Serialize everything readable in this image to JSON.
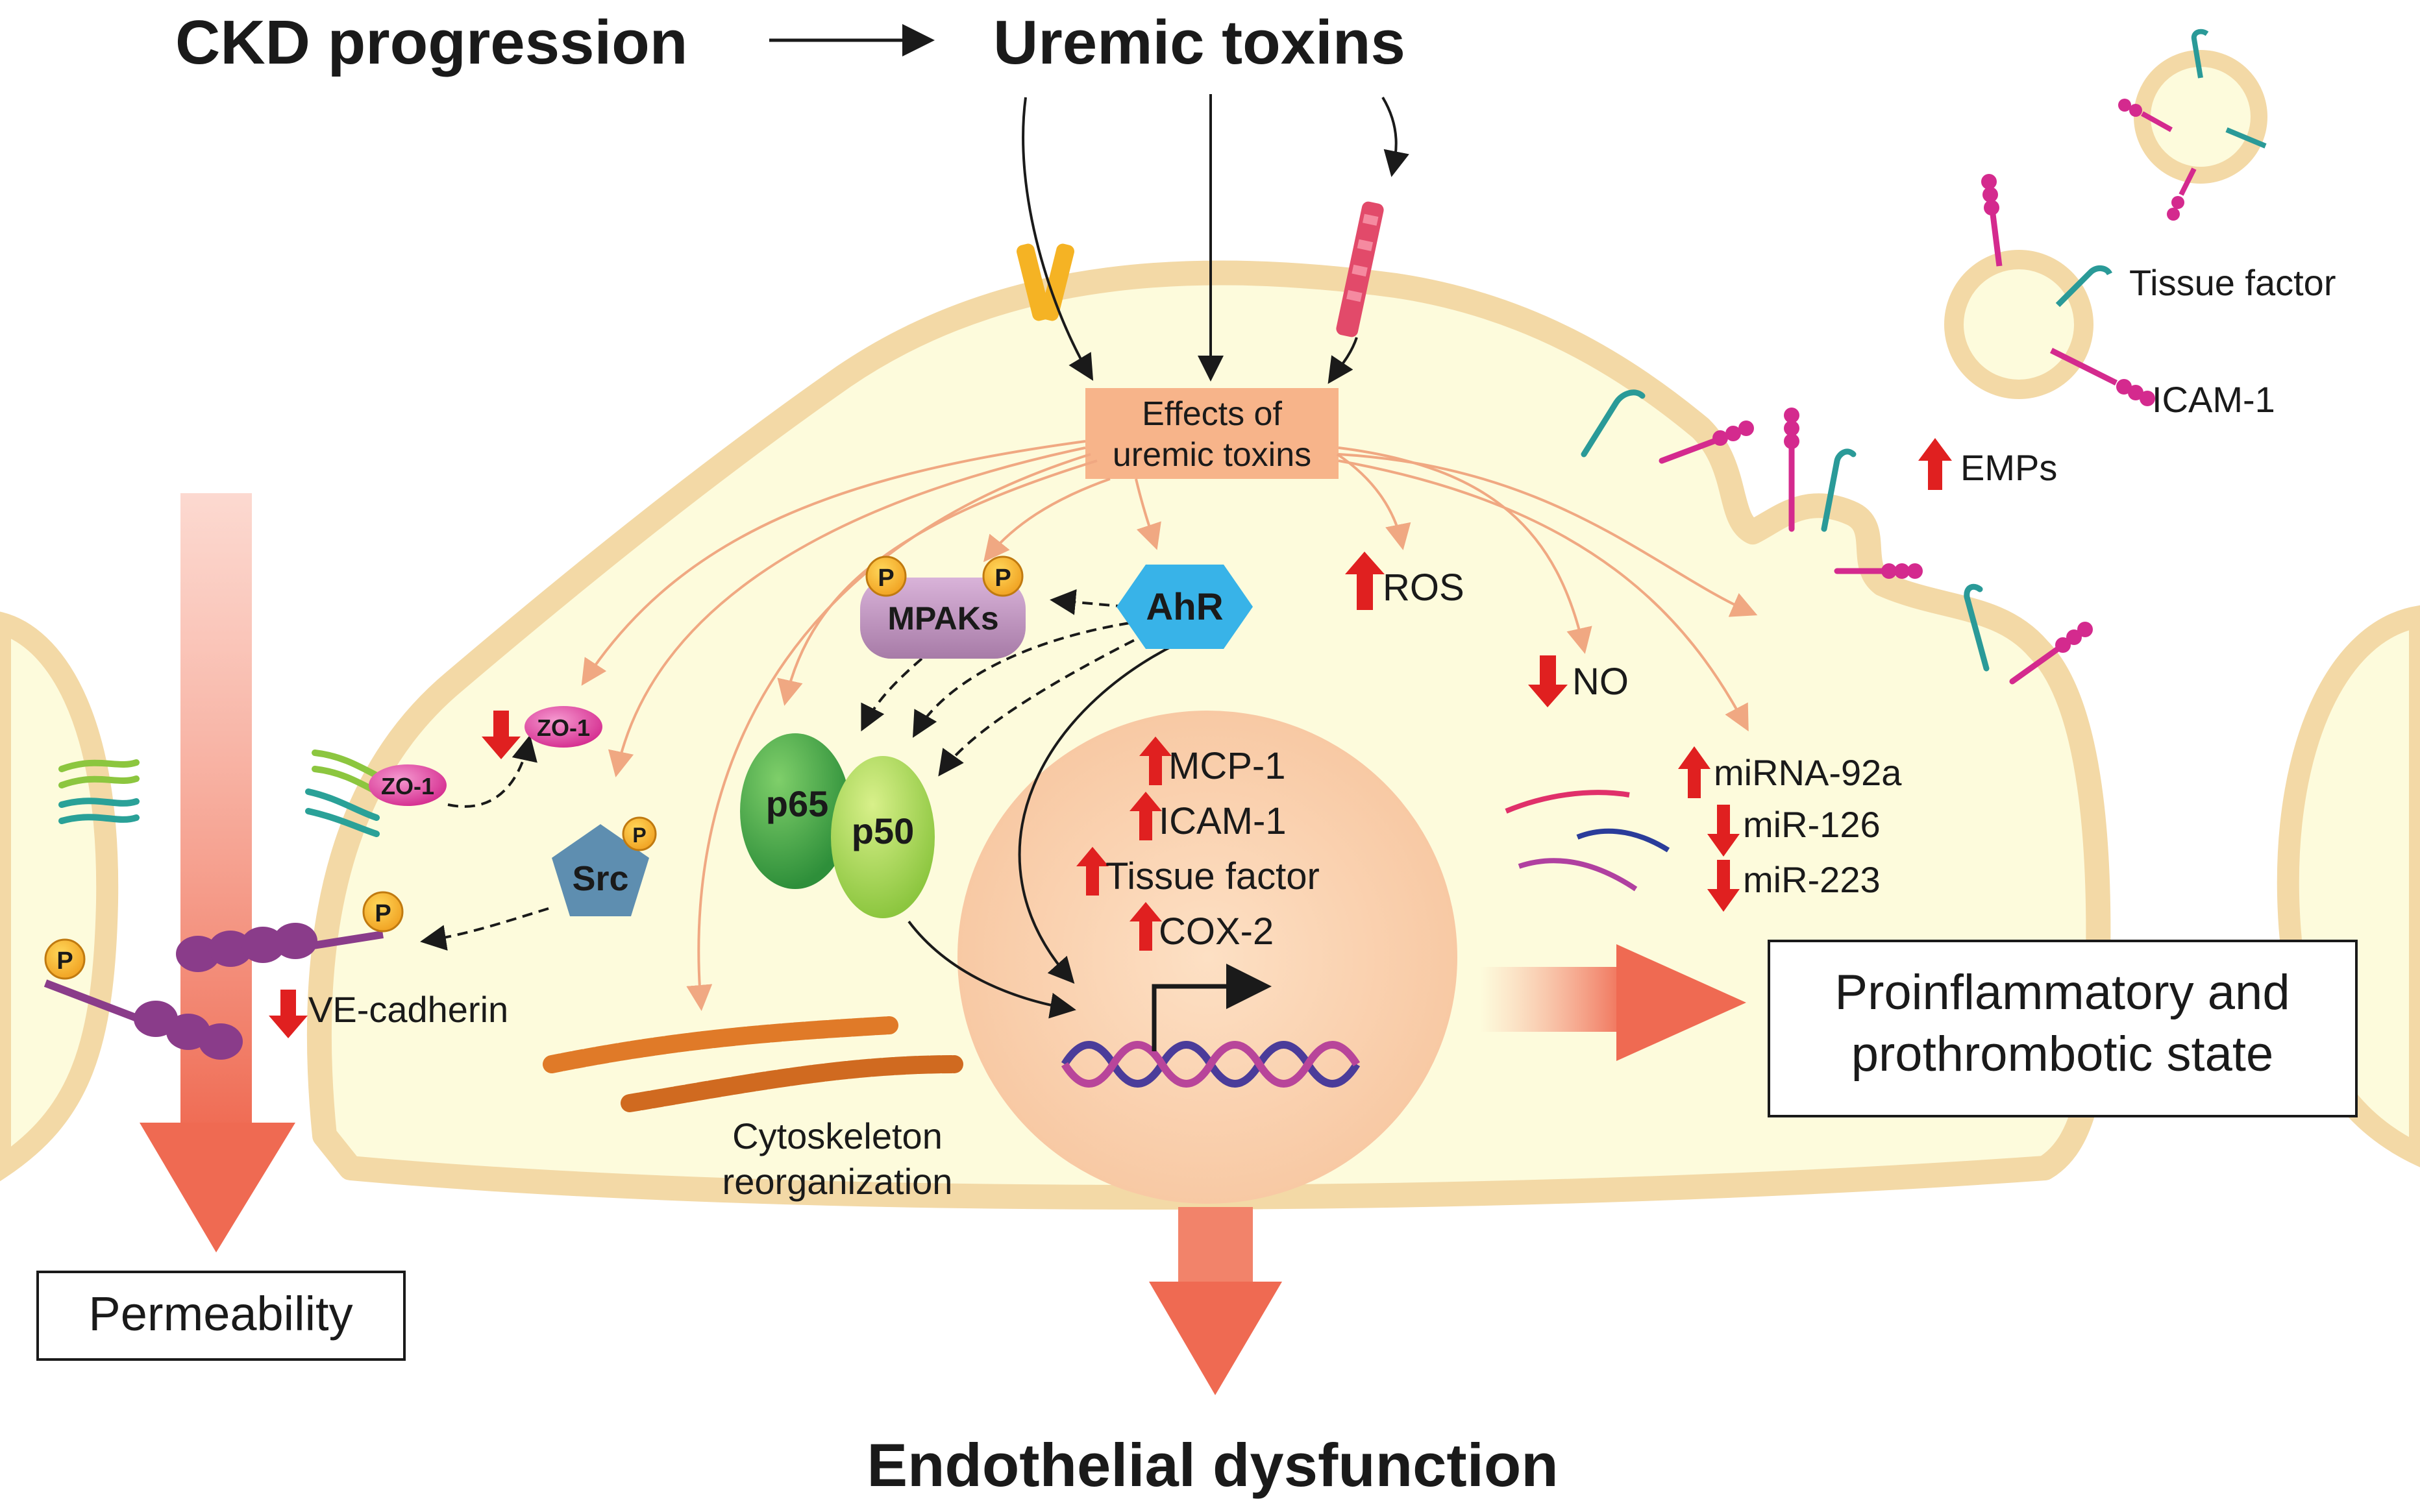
{
  "header": {
    "left": "CKD progression",
    "right": "Uremic toxins"
  },
  "effects_box": {
    "line1": "Effects of",
    "line2": "uremic toxins"
  },
  "molecules": {
    "mpaks": "MPAKs",
    "ahr": "AhR",
    "p65": "p65",
    "p50": "p50",
    "src": "Src",
    "zo1": "ZO-1",
    "phospho": "P"
  },
  "markers": {
    "ros": "ROS",
    "no": "NO",
    "ve_cadherin": "VE-cadherin",
    "cytoskeleton_1": "Cytoskeleton",
    "cytoskeleton_2": "reorganization"
  },
  "nucleus_genes": [
    "MCP-1",
    "ICAM-1",
    "Tissue factor",
    "COX-2"
  ],
  "mirnas": [
    "miRNA-92a",
    "miR-126",
    "miR-223"
  ],
  "emp_labels": {
    "tissue_factor": "Tissue factor",
    "icam1": "ICAM-1",
    "emps": "EMPs"
  },
  "outcomes": {
    "state_1": "Proinflammatory and",
    "state_2": "prothrombotic state",
    "permeability": "Permeability",
    "dysfunction": "Endothelial dysfunction"
  },
  "colors": {
    "membrane": "#f3d9a6",
    "cytoplasm": "#fdfbdc",
    "up_arrow": "#e02020",
    "thin_arrow": "#f0a882",
    "effects_box": "#f7b48a"
  }
}
